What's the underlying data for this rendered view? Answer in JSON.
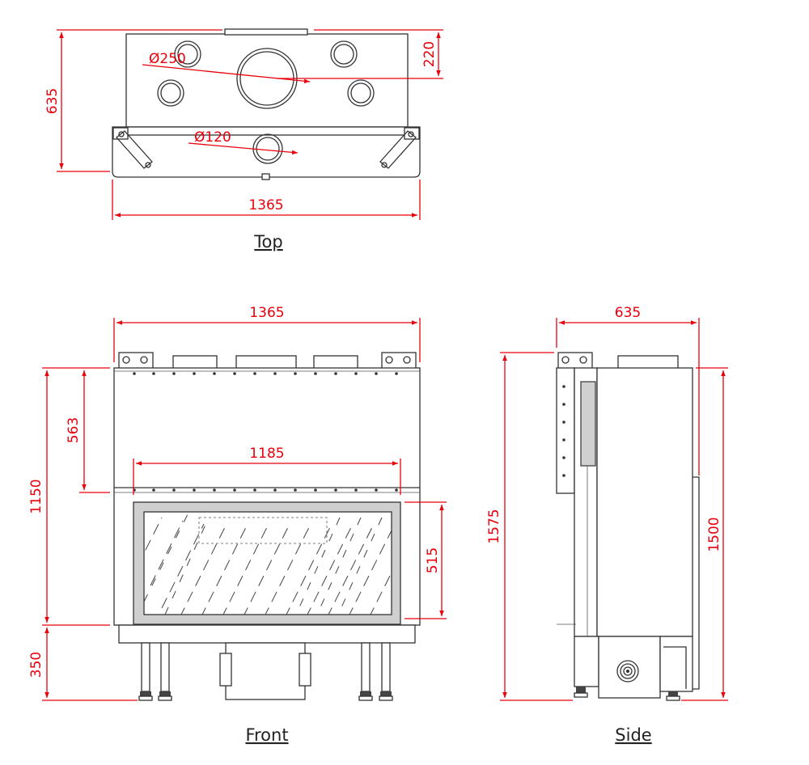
{
  "views": {
    "top": {
      "label": "Top",
      "dims": {
        "depth": "635",
        "collar_offset": "220",
        "width": "1365",
        "large_flue": "Ø250",
        "small_flue": "Ø120"
      }
    },
    "front": {
      "label": "Front",
      "dims": {
        "width": "1365",
        "glass_width": "1185",
        "body_height": "1150",
        "upper_height": "563",
        "glass_height": "515",
        "leg_height": "350"
      }
    },
    "side": {
      "label": "Side",
      "dims": {
        "depth": "635",
        "total_height": "1575",
        "rear_height": "1500"
      }
    }
  },
  "colors": {
    "dimension": "#e8000b",
    "outline": "#333333"
  }
}
